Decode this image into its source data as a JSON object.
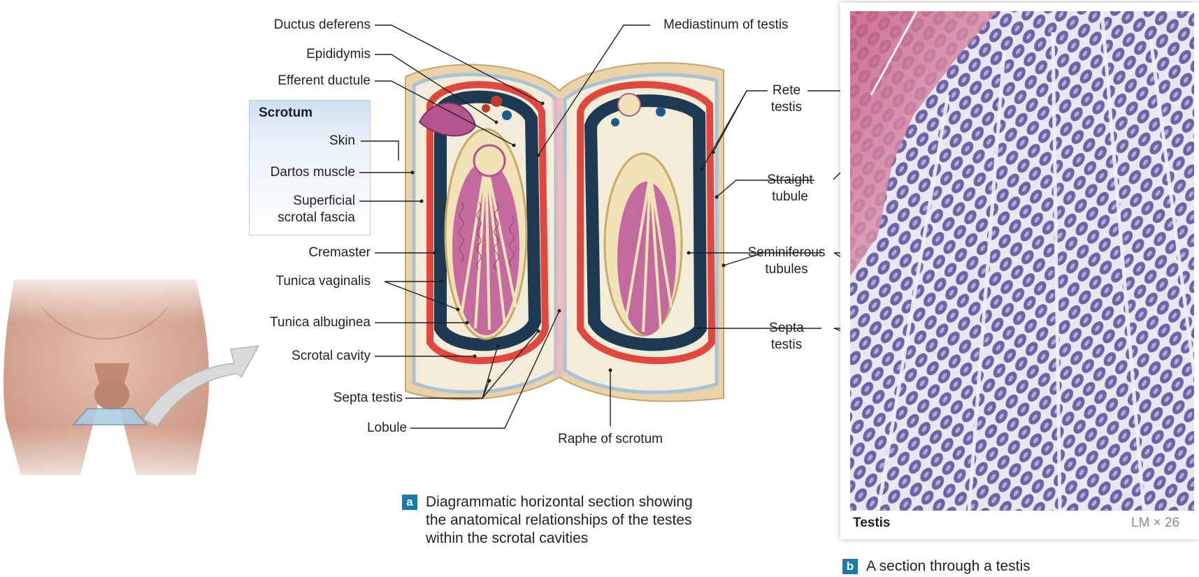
{
  "labels": {
    "ductus_deferens": "Ductus deferens",
    "epididymis": "Epididymis",
    "efferent_ductule": "Efferent ductule",
    "mediastinum": "Mediastinum of testis",
    "scrotum_title": "Scrotum",
    "skin": "Skin",
    "dartos": "Dartos muscle",
    "superficial_1": "Superficial",
    "superficial_2": "scrotal fascia",
    "cremaster": "Cremaster",
    "tunica_vaginalis": "Tunica vaginalis",
    "tunica_albuginea": "Tunica albuginea",
    "scrotal_cavity": "Scrotal cavity",
    "septa_testis_left": "Septa testis",
    "lobule": "Lobule",
    "raphe": "Raphe of scrotum",
    "rete_1": "Rete",
    "rete_2": "testis",
    "straight_1": "Straight",
    "straight_2": "tubule",
    "seminiferous_1": "Seminiferous",
    "seminiferous_2": "tubules",
    "septa_r1": "Septa",
    "septa_r2": "testis"
  },
  "caption_a": {
    "tag": "a",
    "line1": "Diagrammatic horizontal section showing",
    "line2": "the anatomical relationships of the testes",
    "line3": "within the scrotal cavities"
  },
  "caption_b": {
    "tag": "b",
    "text": "A section through a testis"
  },
  "micrograph": {
    "title": "Testis",
    "magnification": "LM × 26"
  },
  "colors": {
    "accent_tag": "#1a7aa8",
    "tunica_red": "#e0483f",
    "cavity_navy": "#1d3a52",
    "tubule_pink": "#b5558f",
    "skin_tan": "#e9cfa3",
    "histology_purple": "#6e63a6"
  }
}
